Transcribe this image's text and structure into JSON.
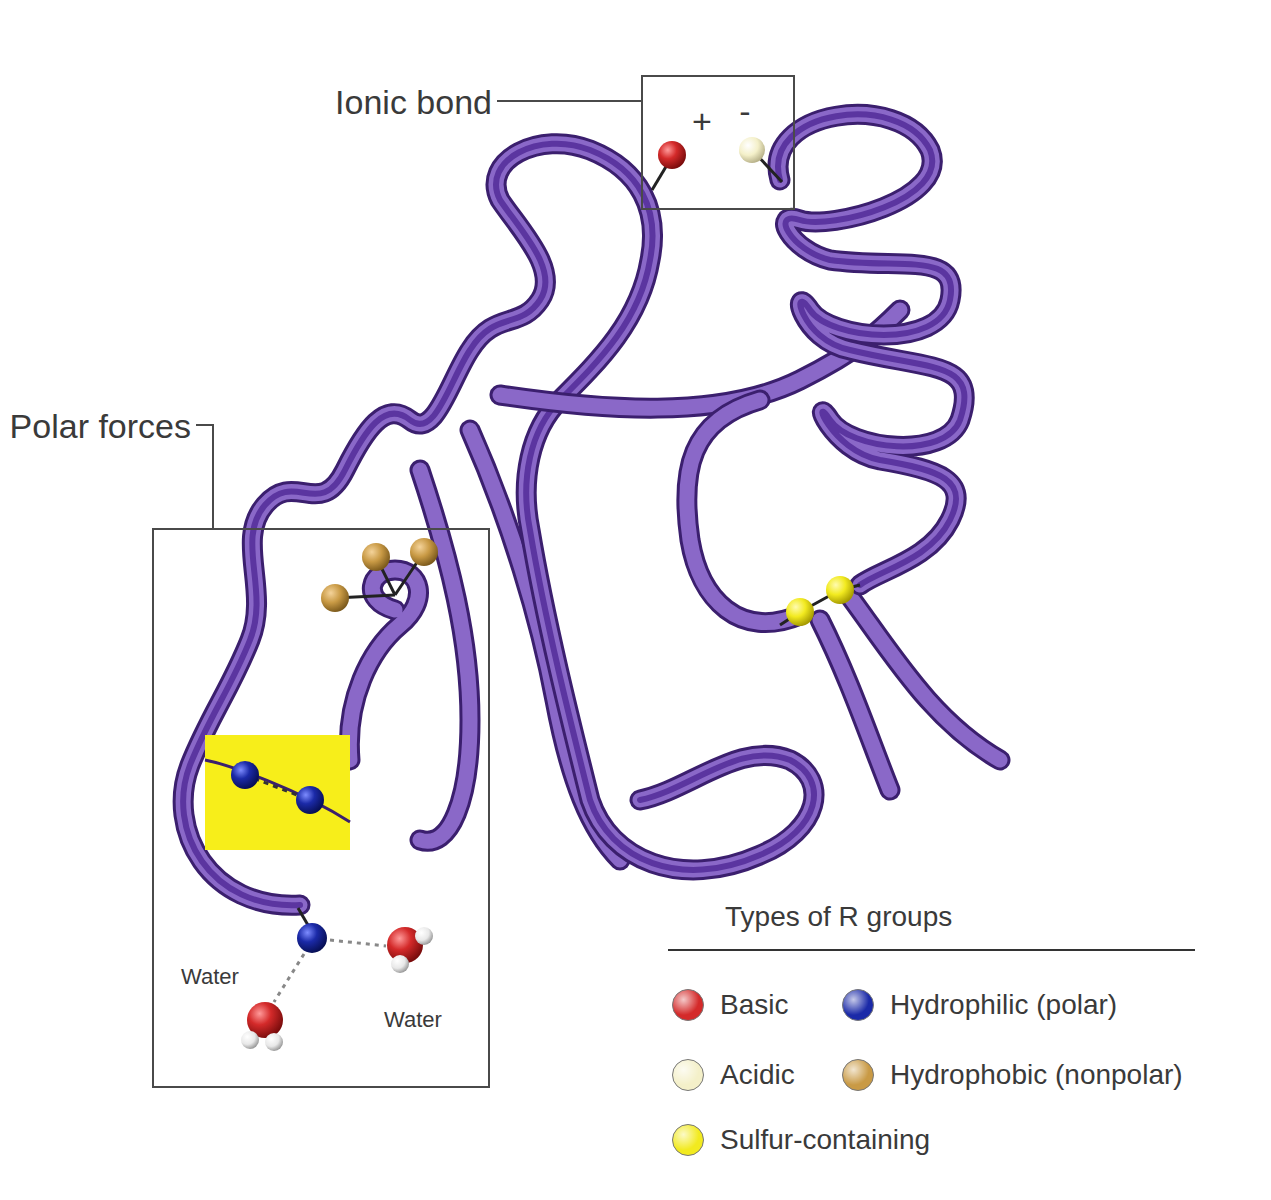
{
  "diagram": {
    "nodes": [
      {
        "text": [
          "Ionic bond"
        ]
      },
      {
        "text": [
          "Polar forces"
        ]
      }
    ],
    "labels": [
      "+",
      "-",
      "Water",
      "Water",
      "Types of R groups"
    ],
    "legend": [
      {
        "text": "Basic",
        "color": "#d42a2a"
      },
      {
        "text": "Hydrophilic (polar)",
        "color": "#1b2aa8"
      },
      {
        "text": "Acidic",
        "color": "#f4f0c9"
      },
      {
        "text": "Hydrophobic (nonpolar)",
        "color": "#c99a45"
      },
      {
        "text": "Sulfur-containing",
        "color": "#f2ea1f"
      }
    ]
  }
}
